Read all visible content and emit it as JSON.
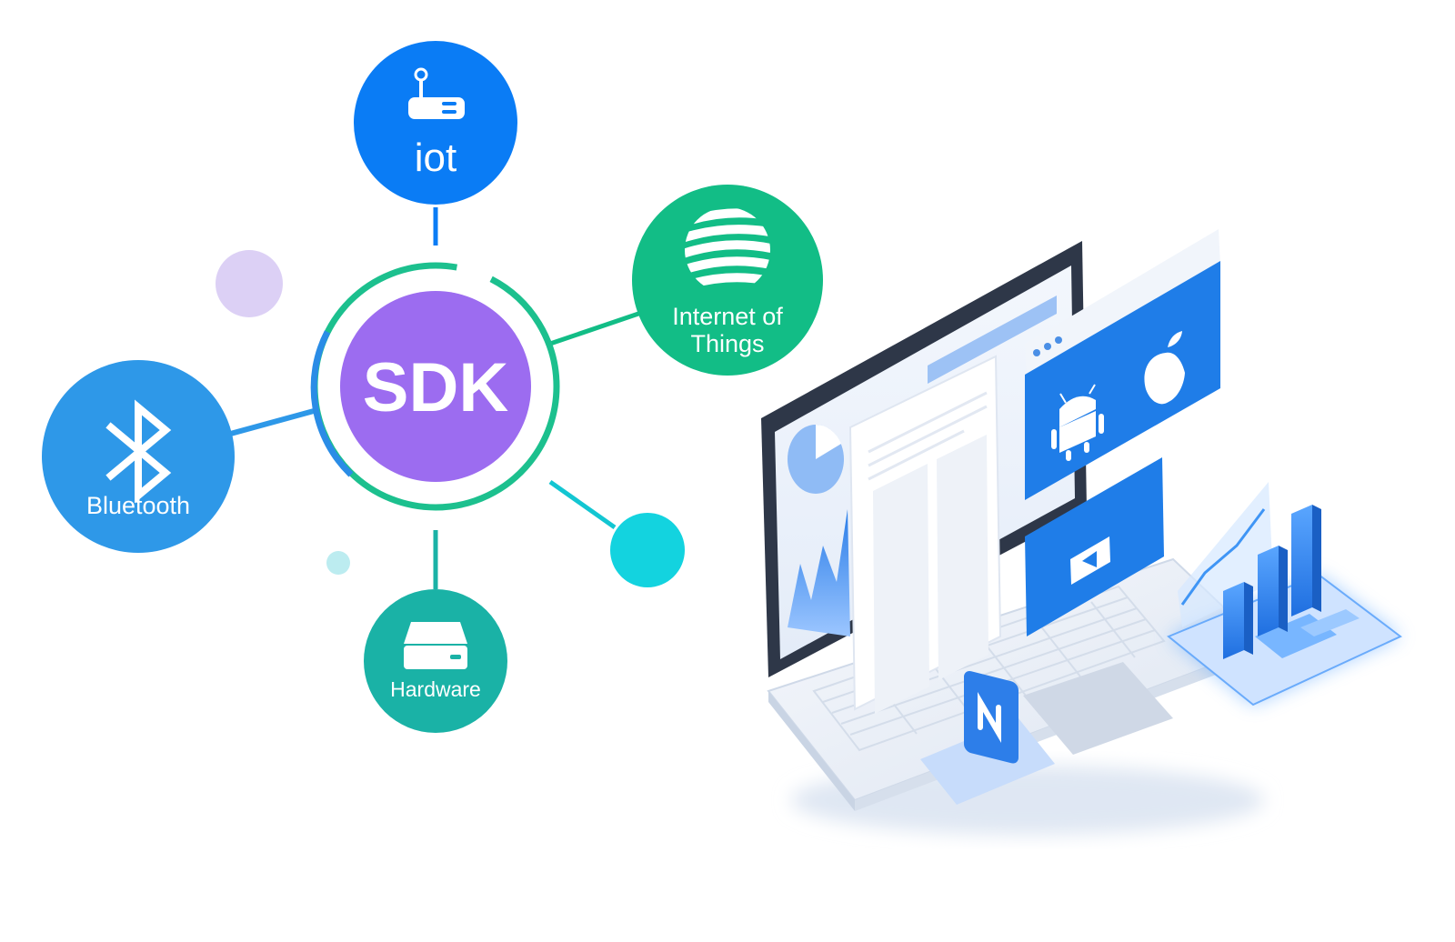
{
  "hub": {
    "label": "SDK",
    "color": "#9c6cf0",
    "ring_color": "#1cc08e",
    "accent_arc_color": "#2a8ce6"
  },
  "nodes": {
    "iot": {
      "label": "iot",
      "icon": "router-icon",
      "color": "#0a7cf5"
    },
    "internet_of_things": {
      "line1": "Internet of",
      "line2": "Things",
      "icon": "globe-icon",
      "color": "#12bd86"
    },
    "bluetooth": {
      "label": "Bluetooth",
      "icon": "bluetooth-icon",
      "color": "#2e98e8"
    },
    "hardware": {
      "label": "Hardware",
      "icon": "hard-drive-icon",
      "color": "#1ab2a6"
    }
  },
  "decorations": {
    "purple_dot": "#dcd0f5",
    "cyan_dot_small": "#bcecf0",
    "cyan_dot_large": "#13d3df"
  },
  "illustration": {
    "name": "laptop-illustration",
    "platform_icons": [
      "android-icon",
      "apple-icon",
      "play-icon",
      "sync-icon"
    ],
    "accent": "#1f7de8"
  }
}
